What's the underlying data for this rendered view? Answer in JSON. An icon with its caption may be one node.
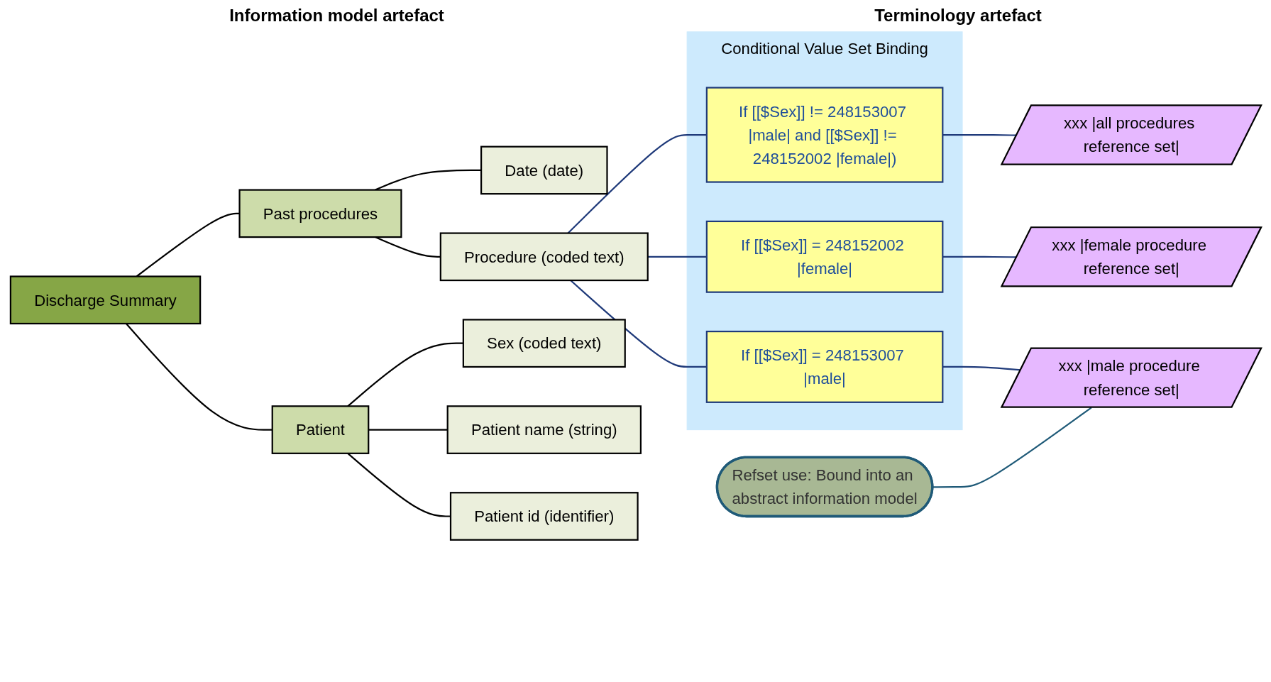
{
  "diagram": {
    "nodes": [
      {
        "text": [
          "Discharge Summary"
        ]
      },
      {
        "text": [
          "Patient"
        ]
      },
      {
        "text": [
          "Patient id (identifier)"
        ]
      },
      {
        "text": [
          "Patient name (string)"
        ]
      },
      {
        "text": [
          "Sex (coded text)"
        ]
      },
      {
        "text": [
          "Past procedures"
        ]
      },
      {
        "text": [
          "Procedure (coded text)"
        ]
      },
      {
        "text": [
          "Date (date)"
        ]
      },
      {
        "text": [
          "Conditional Value Set Binding"
        ]
      },
      {
        "text": [
          "If [[$Sex]] = 248153007 |male|"
        ],
        "in": 8
      },
      {
        "text": [
          "If [[$Sex]] = 248152002 |female|"
        ],
        "in": 8
      },
      {
        "text": [
          "If [[$Sex]] != 248153007 |male| and [[$Sex]] != 248152002 |female|)"
        ],
        "in": 8
      },
      {
        "text": [
          "Refset use: Bound into an abstract information model"
        ]
      },
      {
        "text": [
          "xxx |male procedure reference set|"
        ]
      },
      {
        "text": [
          "xxx |female procedure reference set|"
        ]
      },
      {
        "text": [
          "xxx |all procedures reference set|"
        ]
      }
    ],
    "edges": [
      {
        "from": 0,
        "to": 1,
        "arrow": "none"
      },
      {
        "from": 0,
        "to": 5,
        "arrow": "none"
      },
      {
        "from": 1,
        "to": 2,
        "arrow": "none"
      },
      {
        "from": 1,
        "to": 3,
        "arrow": "none"
      },
      {
        "from": 1,
        "to": 4,
        "arrow": "none"
      },
      {
        "from": 5,
        "to": 6,
        "arrow": "none"
      },
      {
        "from": 5,
        "to": 7,
        "arrow": "none"
      },
      {
        "from": 6,
        "to": 9,
        "arrow": "none",
        "color": "#1f3a7a"
      },
      {
        "from": 6,
        "to": 10,
        "arrow": "none",
        "color": "#1f3a7a"
      },
      {
        "from": 6,
        "to": 11,
        "arrow": "none",
        "color": "#1f3a7a"
      },
      {
        "from": 9,
        "to": 13,
        "arrow": "none",
        "color": "#1f3a7a"
      },
      {
        "from": 10,
        "to": 14,
        "arrow": "none",
        "color": "#1f3a7a"
      },
      {
        "from": 11,
        "to": 15,
        "arrow": "none",
        "color": "#1f3a7a"
      },
      {
        "from": 12,
        "to": 13,
        "arrow": "none",
        "color": "#1f5a78"
      }
    ],
    "labels": [
      "Information model artefact",
      "Terminology artefact"
    ]
  }
}
